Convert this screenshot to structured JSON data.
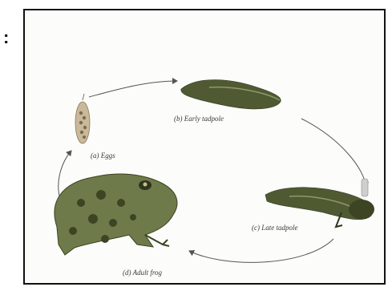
{
  "side_mark": ":",
  "stages": [
    {
      "label": "(a) Eggs"
    },
    {
      "label": "(b) Early tadpole"
    },
    {
      "label": "(c) Late tadpole"
    },
    {
      "label": "(d) Adult frog"
    }
  ],
  "colors": {
    "frame": "#111111",
    "arrow": "#555555",
    "tadpole_body": "#4f5a32",
    "tadpole_tail": "#8f9a6a",
    "frog_body": "#6f7a4a",
    "frog_spots": "#3c4424",
    "egg": "#b9a88a"
  }
}
